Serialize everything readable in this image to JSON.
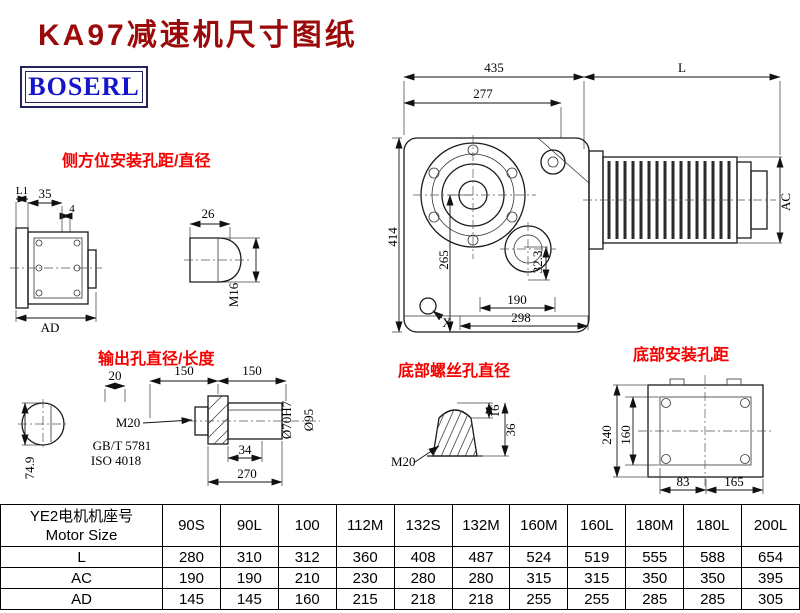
{
  "title": "KA97减速机尺寸图纸",
  "logo": "BOSERL",
  "labels": {
    "side_mount": "侧方位安装孔距/直径",
    "output": "输出孔直径/长度",
    "bottom_screw": "底部螺丝孔直径",
    "bottom_mount": "底部安装孔距"
  },
  "dims": {
    "side_view": {
      "l1": "L1",
      "w35": "35",
      "w4": "4",
      "ad": "AD"
    },
    "shaft_top": {
      "w26": "26",
      "thread": "M16"
    },
    "main": {
      "w435": "435",
      "motor_l": "L",
      "w277": "277",
      "h414": "414",
      "h265": "265",
      "a32": "32.3",
      "w190": "190",
      "w298": "298",
      "x_mark": "X",
      "ac": "AC"
    },
    "output": {
      "w20": "20",
      "w150a": "150",
      "w150b": "150",
      "h74": "74.9",
      "thread": "M20",
      "std1": "GB/T 5781",
      "std2": "ISO 4018",
      "w34": "34",
      "w270": "270",
      "d70": "Ø70H7",
      "d95": "Ø95"
    },
    "bolt": {
      "thread": "M20",
      "h36": "36",
      "h16": "16"
    },
    "bottom": {
      "h240": "240",
      "h160": "160",
      "w83": "83",
      "w165": "165"
    }
  },
  "table": {
    "header_cn": "YE2电机机座号",
    "header_en": "Motor Size",
    "sizes": [
      "90S",
      "90L",
      "100",
      "112M",
      "132S",
      "132M",
      "160M",
      "160L",
      "180M",
      "180L",
      "200L"
    ],
    "rows": [
      {
        "label": "L",
        "values": [
          "280",
          "310",
          "312",
          "360",
          "408",
          "487",
          "524",
          "519",
          "555",
          "588",
          "654"
        ]
      },
      {
        "label": "AC",
        "values": [
          "190",
          "190",
          "210",
          "230",
          "280",
          "280",
          "315",
          "315",
          "350",
          "350",
          "395"
        ]
      },
      {
        "label": "AD",
        "values": [
          "145",
          "145",
          "160",
          "215",
          "218",
          "218",
          "255",
          "255",
          "285",
          "285",
          "305"
        ]
      }
    ]
  }
}
